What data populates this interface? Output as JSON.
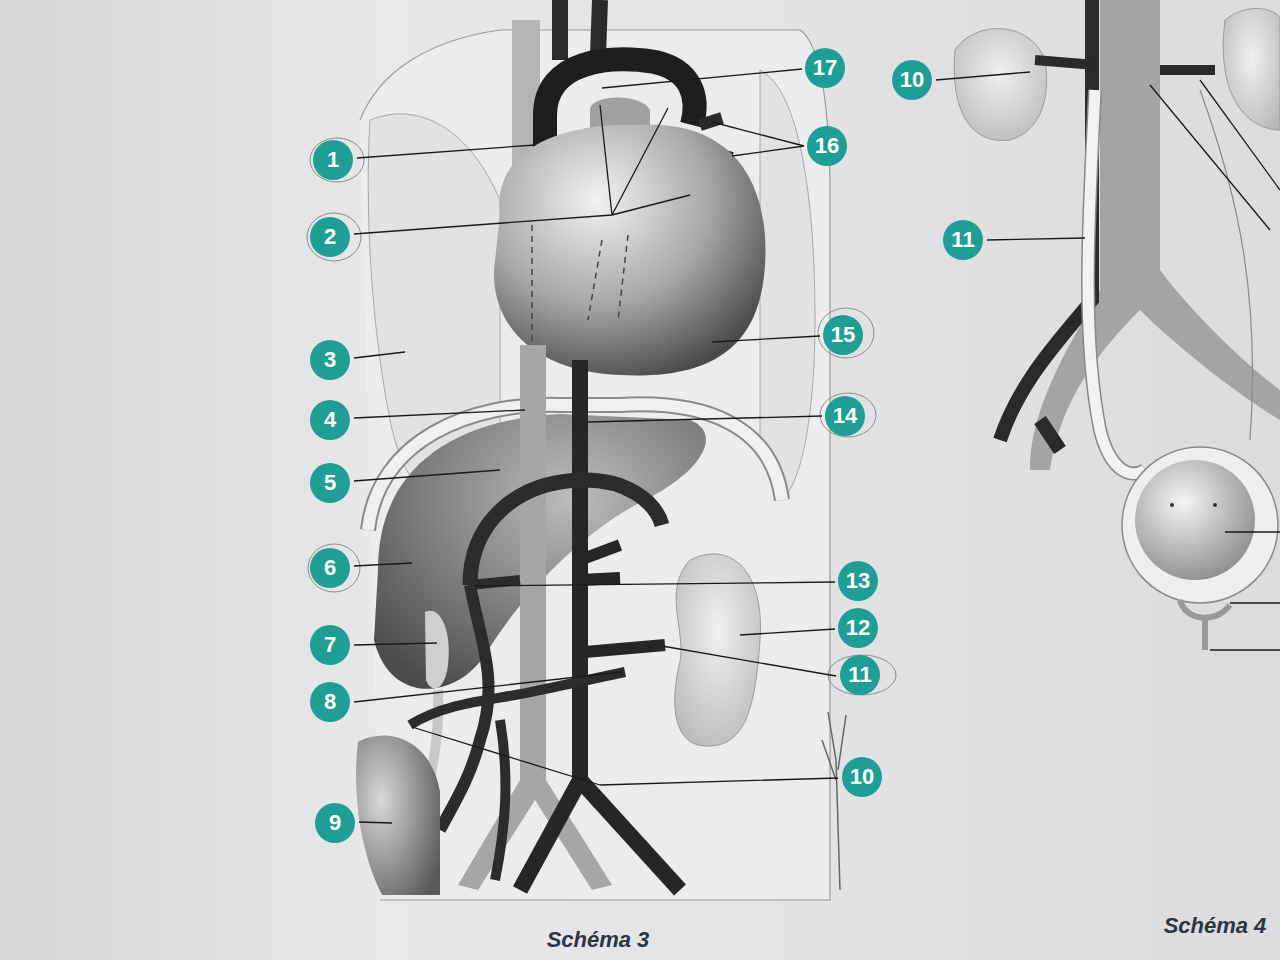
{
  "diagram": {
    "nodes": [
      {
        "text": [
          "1"
        ]
      },
      {
        "text": [
          "2"
        ]
      },
      {
        "text": [
          "3"
        ]
      },
      {
        "text": [
          "4"
        ]
      },
      {
        "text": [
          "5"
        ]
      },
      {
        "text": [
          "6"
        ]
      },
      {
        "text": [
          "7"
        ]
      },
      {
        "text": [
          "8"
        ]
      },
      {
        "text": [
          "9"
        ]
      },
      {
        "text": [
          "10"
        ]
      },
      {
        "text": [
          "11"
        ]
      },
      {
        "text": [
          "12"
        ]
      },
      {
        "text": [
          "13"
        ]
      },
      {
        "text": [
          "14"
        ]
      },
      {
        "text": [
          "15"
        ]
      },
      {
        "text": [
          "16"
        ]
      },
      {
        "text": [
          "17"
        ]
      },
      {
        "text": [
          "10"
        ]
      },
      {
        "text": [
          "11"
        ]
      }
    ],
    "labels": [
      "Schéma 3",
      "Schéma 4"
    ]
  }
}
